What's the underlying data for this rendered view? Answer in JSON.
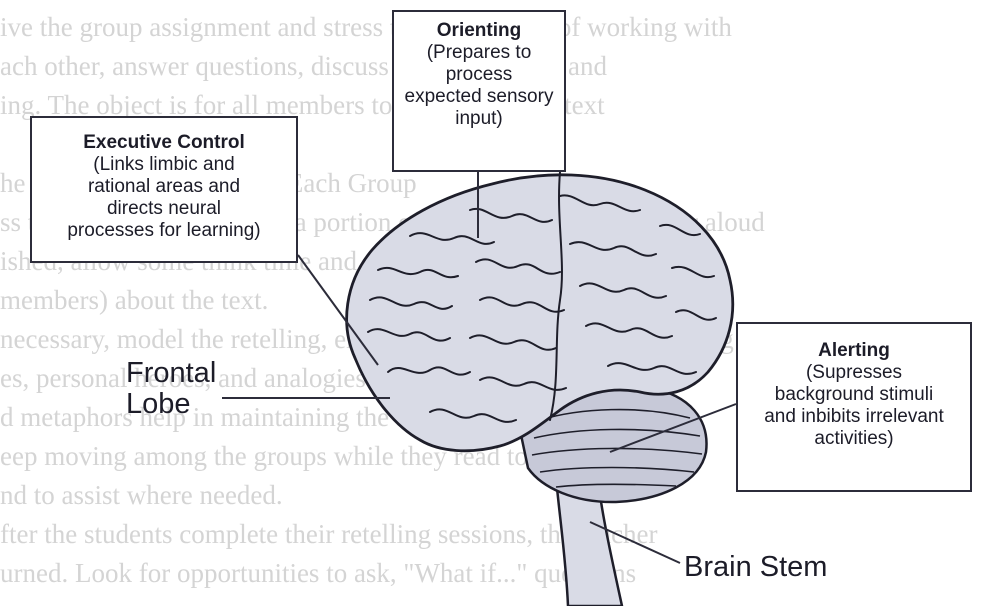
{
  "background_text": [
    "ive the group assignment and stress the importance of working with",
    "ach other, answer questions, discuss what they read, and",
    "ing. The object is for all members to understand the text",
    "",
    "he Reciprocal Strategy. In Each Group",
    "ss the text. Have each read a portion of the text, either silently or aloud",
    "ished, allow some think time and then have their partners retelling",
    "members) about the text.",
    "necessary, model the retelling, emphasizing that retelling something is",
    "es, personal heroes, and analogies for remembering",
    "d metaphors help in maintaining the attention of",
    "eep moving among the groups while they read to",
    "nd to assist where needed.",
    "fter the students complete their retelling sessions, the teacher",
    "urned. Look for opportunities to ask, \"What if...\" questions"
  ],
  "boxes": {
    "executive": {
      "title": "Executive Control",
      "desc": "(Links limbic and\nrational areas and\ndirects neural\nprocesses for learning)"
    },
    "orienting": {
      "title": "Orienting",
      "desc": "(Prepares to process\nexpected sensory\ninput)"
    },
    "alerting": {
      "title": "Alerting",
      "desc": "(Supresses\nbackground stimuli\nand inbibits irrelevant\nactivities)"
    }
  },
  "labels": {
    "frontal_lobe": "Frontal\nLobe",
    "brain_stem": "Brain Stem"
  },
  "colors": {
    "brain_fill": "#d9dbe6",
    "cerebellum_fill": "#c7c9d8",
    "outline": "#1e1e2a",
    "background_text": "#d4d4d4"
  }
}
